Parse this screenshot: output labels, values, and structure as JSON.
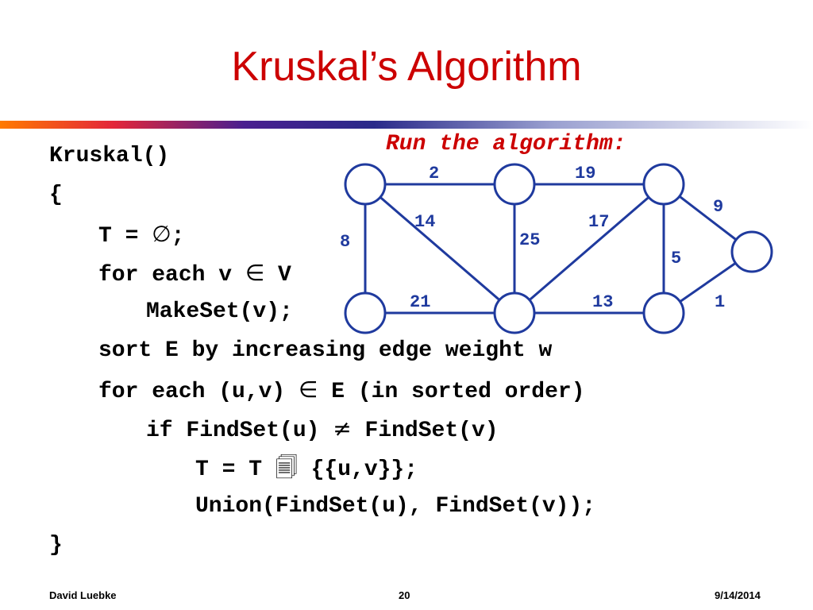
{
  "title": "Kruskal’s Algorithm",
  "annotation": "Run the algorithm:",
  "code": {
    "l0": "Kruskal()",
    "l1": "{",
    "l2a": "T = ",
    "l2sym": "∅",
    "l2b": ";",
    "l3a": "for each v ",
    "l3sym": "∈",
    "l3b": " V",
    "l4": "MakeSet(v);",
    "l5": "sort E by increasing edge weight w",
    "l6a": "for each (u,v) ",
    "l6sym": "∈",
    "l6b": " E (in sorted order)",
    "l7a": "if FindSet(u) ",
    "l7sym": "≠",
    "l7b": " FindSet(v)",
    "l8a": "T = T ",
    "l8sym": "🗐",
    "l8b": " {{u,v}};",
    "l9": "Union(FindSet(u), FindSet(v));",
    "l10": "}"
  },
  "graph": {
    "edge_color": "#1f3a9e",
    "weights": [
      "2",
      "19",
      "9",
      "14",
      "17",
      "8",
      "25",
      "5",
      "21",
      "13",
      "1"
    ]
  },
  "footer": {
    "author": "David Luebke",
    "page": "20",
    "date": "9/14/2014"
  }
}
